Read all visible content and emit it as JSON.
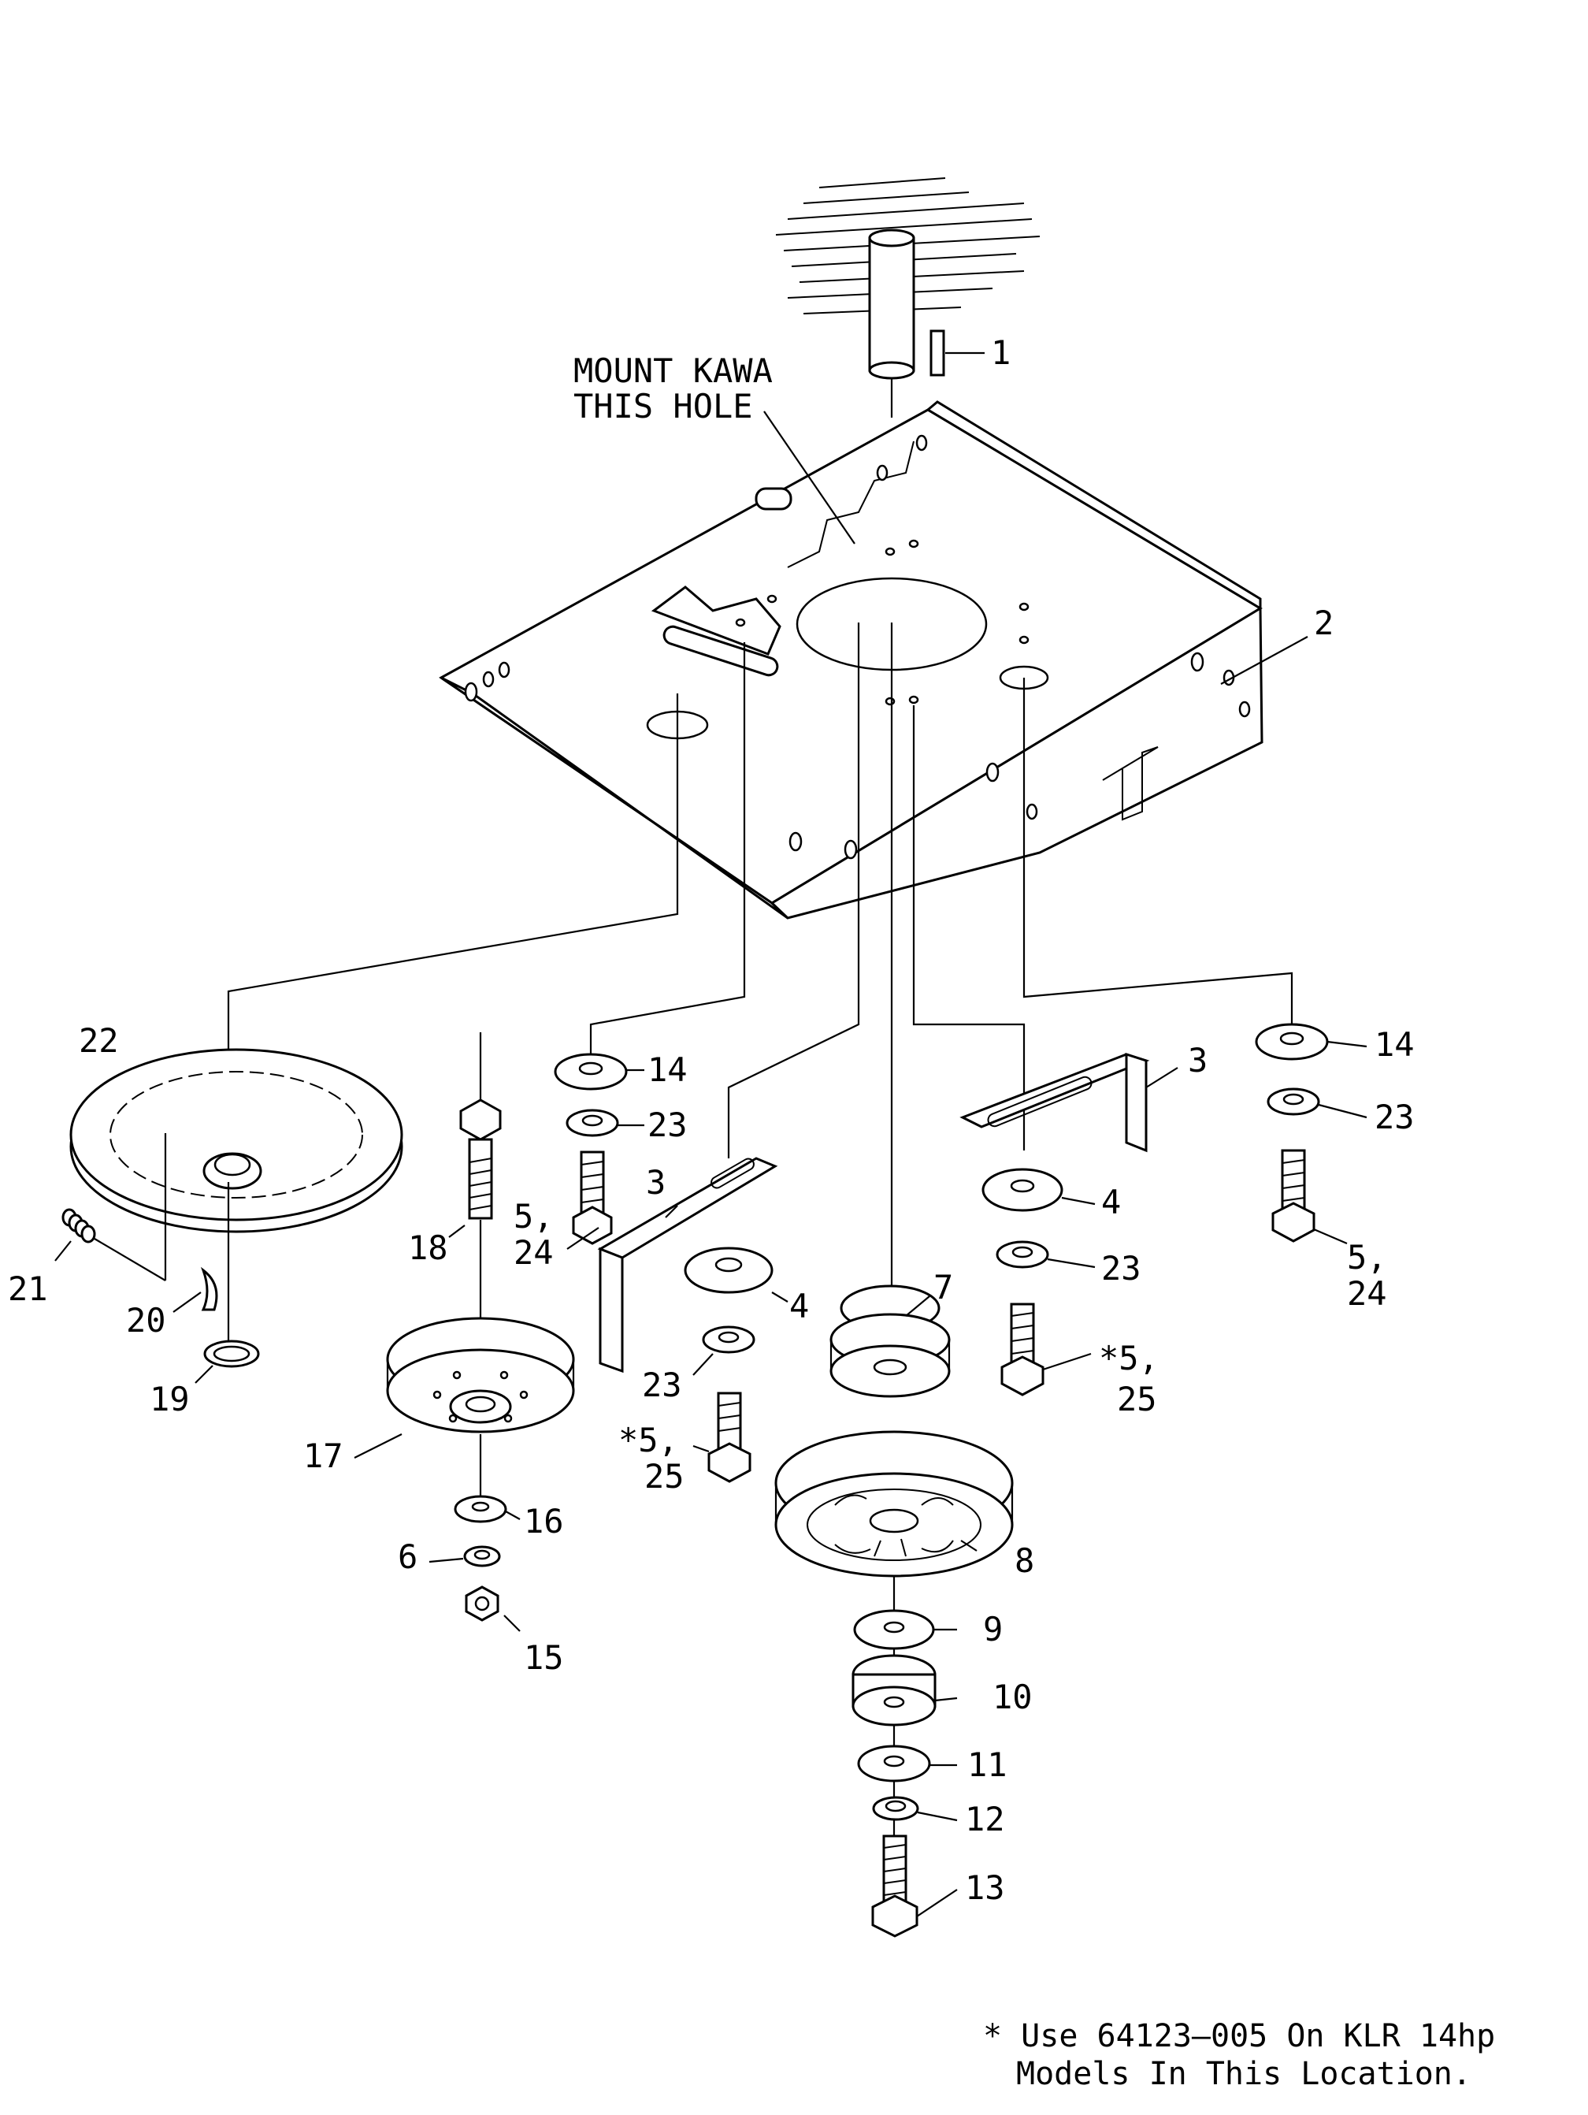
{
  "annotation": {
    "mount_line1": "MOUNT KAWA",
    "mount_line2": "THIS HOLE"
  },
  "callouts": {
    "c1": "1",
    "c2": "2",
    "c3a": "3",
    "c3b": "3",
    "c4a": "4",
    "c4b": "4",
    "c5_24a_top": "5,",
    "c5_24a_bot": "24",
    "c5_24b_top": "5,",
    "c5_24b_bot": "24",
    "c5_25a_top": "*5,",
    "c5_25a_bot": "25",
    "c5_25b_top": "*5,",
    "c5_25b_bot": "25",
    "c6": "6",
    "c7": "7",
    "c8": "8",
    "c9": "9",
    "c10": "10",
    "c11": "11",
    "c12": "12",
    "c13": "13",
    "c14a": "14",
    "c14b": "14",
    "c15": "15",
    "c16": "16",
    "c17": "17",
    "c18": "18",
    "c19": "19",
    "c20": "20",
    "c21": "21",
    "c22": "22",
    "c23a": "23",
    "c23b": "23",
    "c23c": "23",
    "c23d": "23"
  },
  "footnote": {
    "line1": "* Use 64123–005 On KLR 14hp",
    "line2": "Models In This Location."
  }
}
